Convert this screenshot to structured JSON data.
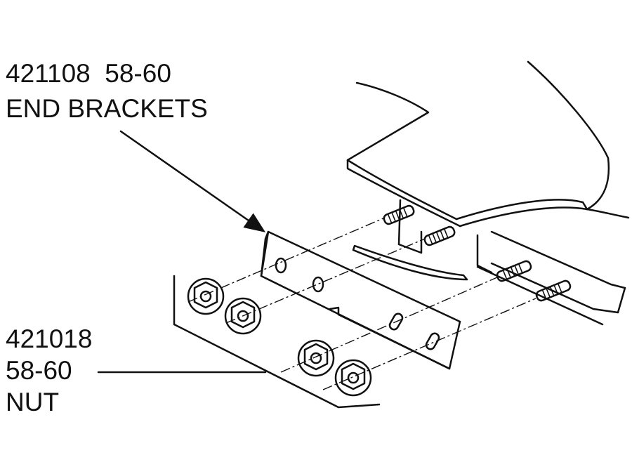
{
  "labels": {
    "bracket_part": "421108  58-60",
    "bracket_name": "END BRACKETS",
    "nut_part": "421018",
    "nut_years": "58-60",
    "nut_name": "NUT"
  }
}
